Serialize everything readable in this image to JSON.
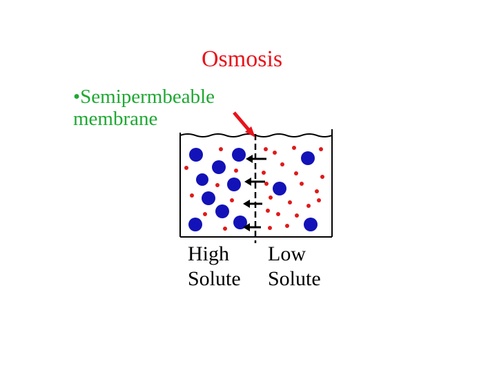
{
  "title": "Osmosis",
  "membrane_label": {
    "line1": "•Semipermbeable",
    "line2": "membrane"
  },
  "left_side": {
    "line1": "High",
    "line2": "Solute"
  },
  "right_side": {
    "line1": "Low",
    "line2": "Solute"
  },
  "colors": {
    "title": "#e8141b",
    "membrane_label": "#1fa833",
    "solute_particle": "#1212b8",
    "water_particle": "#e01a1a",
    "pointer_arrow": "#e8141b",
    "lines": "#000000"
  },
  "icons": {
    "pointer": "red-arrow-icon",
    "water_flow": "left-arrow-icon"
  }
}
